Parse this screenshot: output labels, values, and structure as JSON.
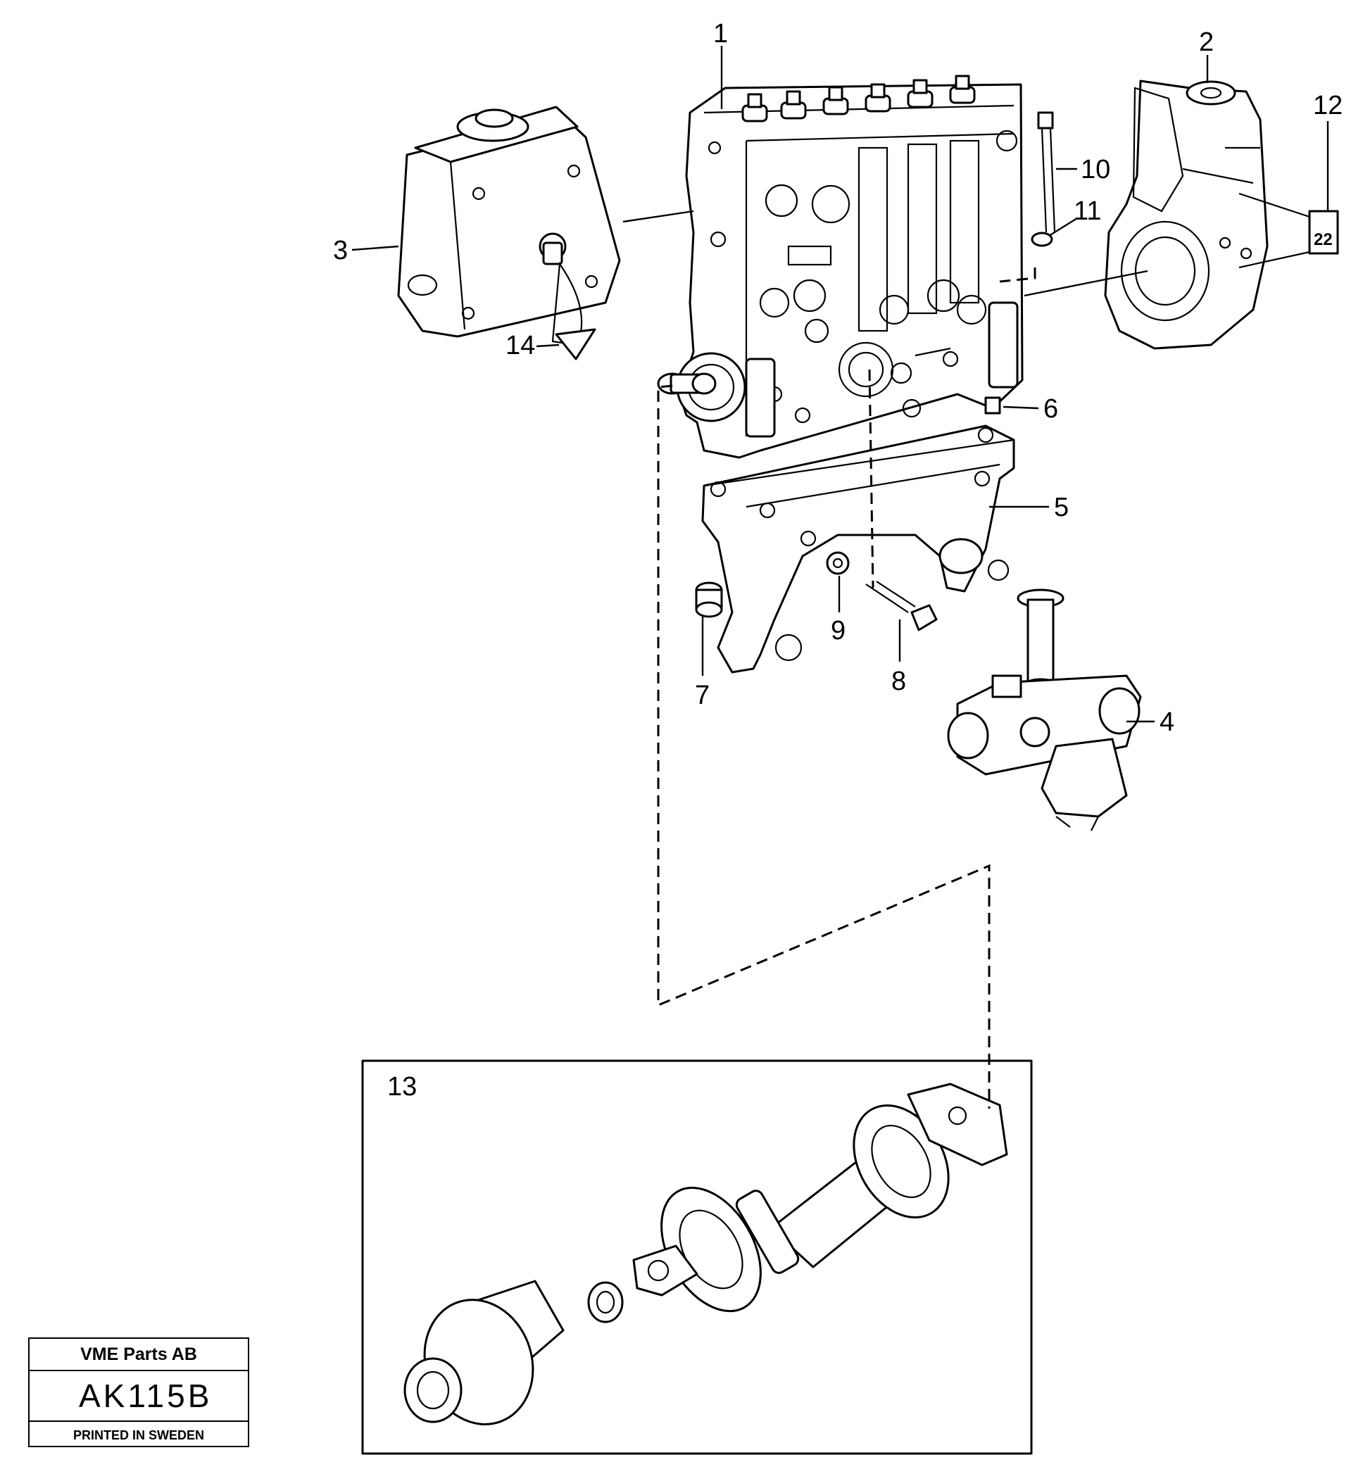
{
  "callouts": {
    "c1": "1",
    "c2": "2",
    "c3": "3",
    "c4": "4",
    "c5": "5",
    "c6": "6",
    "c7": "7",
    "c8": "8",
    "c9": "9",
    "c10": "10",
    "c11": "11",
    "c12": "12",
    "c13": "13",
    "c14": "14"
  },
  "tag_label": "22",
  "title_block": {
    "company": "VME Parts AB",
    "code": "AK115B",
    "printed": "PRINTED IN SWEDEN"
  }
}
